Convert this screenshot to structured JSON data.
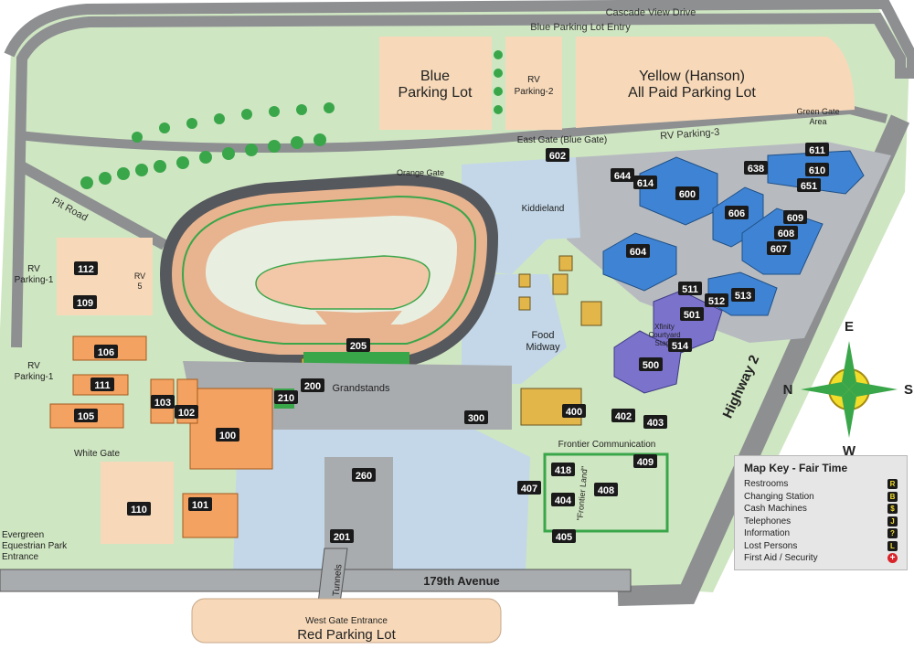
{
  "roads": {
    "cascade": "Cascade View Drive",
    "blue_entry": "Blue Parking Lot Entry",
    "rv3": "RV Parking-3",
    "pit": "Pit Road",
    "highway": "Highway 2",
    "ave": "179th Avenue",
    "tunnels": "Tunnels"
  },
  "areas": {
    "blue_lot_1": "Blue",
    "blue_lot_2": "Parking Lot",
    "rv2_1": "RV",
    "rv2_2": "Parking-2",
    "yellow_1": "Yellow (Hanson)",
    "yellow_2": "All Paid Parking Lot",
    "green_gate_1": "Green Gate",
    "green_gate_2": "Area",
    "east_gate": "East Gate (Blue Gate)",
    "orange_gate": "Orange Gate",
    "kiddieland": "Kiddieland",
    "rv1_a_1": "RV",
    "rv1_a_2": "Parking-1",
    "rv1_b_1": "RV",
    "rv1_b_2": "Parking-1",
    "rv5_1": "RV",
    "rv5_2": "5",
    "food_1": "Food",
    "food_2": "Midway",
    "xfinity_1": "Xfinity",
    "xfinity_2": "Courtyard",
    "xfinity_3": "Stage",
    "frontier_comm": "Frontier Communication",
    "frontier_land": "\"Frontier Land\"",
    "white_gate": "White Gate",
    "evergreen_1": "Evergreen",
    "evergreen_2": "Equestrian Park",
    "evergreen_3": "Entrance",
    "west_gate": "West Gate Entrance",
    "red_lot": "Red Parking Lot",
    "grandstands": "Grandstands"
  },
  "buildings": {
    "b100": "100",
    "b101": "101",
    "b102": "102",
    "b103": "103",
    "b105": "105",
    "b106": "106",
    "b109": "109",
    "b110": "110",
    "b111": "111",
    "b112": "112",
    "b200": "200",
    "b201": "201",
    "b205": "205",
    "b210": "210",
    "b260": "260",
    "b300": "300",
    "b400": "400",
    "b402": "402",
    "b403": "403",
    "b404": "404",
    "b405": "405",
    "b407": "407",
    "b408": "408",
    "b409": "409",
    "b418": "418",
    "b500": "500",
    "b501": "501",
    "b511": "511",
    "b512": "512",
    "b513": "513",
    "b514": "514",
    "b600": "600",
    "b602": "602",
    "b604": "604",
    "b606": "606",
    "b607": "607",
    "b608": "608",
    "b609": "609",
    "b610": "610",
    "b611": "611",
    "b614": "614",
    "b638": "638",
    "b644": "644",
    "b651": "651"
  },
  "compass": {
    "n": "N",
    "s": "S",
    "e": "E",
    "w": "W"
  },
  "legend": {
    "title": "Map Key - Fair Time",
    "items": [
      {
        "label": "Restrooms",
        "glyph": "R"
      },
      {
        "label": "Changing Station",
        "glyph": "B"
      },
      {
        "label": "Cash Machines",
        "glyph": "$"
      },
      {
        "label": "Telephones",
        "glyph": "J"
      },
      {
        "label": "Information",
        "glyph": "?"
      },
      {
        "label": "Lost Persons",
        "glyph": "L"
      },
      {
        "label": "First Aid / Security",
        "glyph": "+"
      }
    ]
  },
  "colors": {
    "grass": "#cfe6c2",
    "road": "#8d8f91",
    "parking": "#f7d9b9",
    "plaza": "#c3d7e8",
    "blue_bldg": "#3f84d4",
    "purple_bldg": "#7b72cc",
    "orange_bldg": "#f4a261",
    "yellow_bldg": "#e3b64a",
    "track": "#e8b38f",
    "infield": "#e9efe0"
  }
}
